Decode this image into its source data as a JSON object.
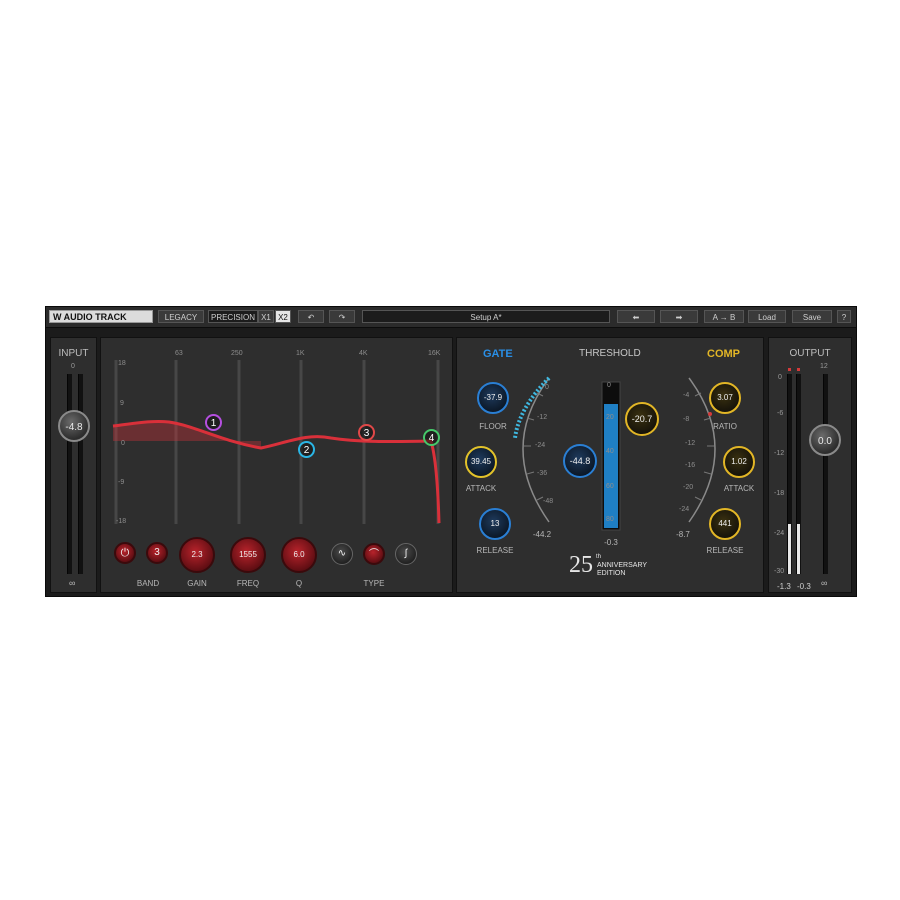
{
  "toolbar": {
    "logo": "AUDIO TRACK",
    "legacy": "LEGACY",
    "precision": "PRECISION",
    "x1": "X1",
    "x2": "X2",
    "undo_icon": "undo-icon",
    "redo_icon": "redo-icon",
    "setup": "Setup A*",
    "prev_icon": "arrow-left-icon",
    "next_icon": "arrow-right-icon",
    "ab": "A → B",
    "load": "Load",
    "save": "Save",
    "help": "?"
  },
  "input": {
    "title": "INPUT",
    "scale_top": "0",
    "value": "-4.8",
    "infinity": "∞"
  },
  "eq": {
    "freq_labels": [
      "63",
      "250",
      "1K",
      "4K",
      "16K"
    ],
    "db_labels": [
      "18",
      "9",
      "0",
      "-9",
      "-18"
    ],
    "nodes": [
      "1",
      "2",
      "3",
      "4"
    ],
    "band_power_icon": "power-icon",
    "band_number": "3",
    "gain": "2.3",
    "freq": "1555",
    "q": "6.0",
    "type_icons": [
      "shelf-icon",
      "bell-icon",
      "high-shelf-icon"
    ],
    "labels": {
      "band": "BAND",
      "gain": "GAIN",
      "freq": "FREQ",
      "q": "Q",
      "type": "TYPE"
    }
  },
  "dynamics": {
    "gate_title": "GATE",
    "threshold_title": "THRESHOLD",
    "comp_title": "COMP",
    "floor": "-37.9",
    "floor_label": "FLOOR",
    "gate_attack": "39.45",
    "gate_attack_label": "ATTACK",
    "gate_release": "13",
    "gate_release_label": "RELEASE",
    "gate_threshold": "-44.8",
    "comp_threshold": "-20.7",
    "ratio": "3.07",
    "ratio_label": "RATIO",
    "comp_attack": "1.02",
    "comp_attack_label": "ATTACK",
    "comp_release": "441",
    "comp_release_label": "RELEASE",
    "left_readout": "-44.2",
    "center_readout": "-0.3",
    "right_readout": "-8.7",
    "left_scale": [
      "0",
      "-12",
      "-24",
      "-36",
      "-48"
    ],
    "center_scale": [
      "0",
      "20",
      "40",
      "60",
      "80"
    ],
    "right_scale": [
      "-4",
      "-8",
      "-12",
      "-16",
      "-20",
      "-24"
    ],
    "anniversary_big": "25",
    "anniversary_sup": "th",
    "anniversary_text1": "ANNIVERSARY",
    "anniversary_text2": "EDITION"
  },
  "output": {
    "title": "OUTPUT",
    "scale": [
      "0",
      "-6",
      "-12",
      "-18",
      "-24",
      "-30"
    ],
    "scale_top": "12",
    "value": "0.0",
    "peak_l": "-1.3",
    "peak_r": "-0.3",
    "infinity": "∞"
  },
  "colors": {
    "eq_curve": "#d9303a",
    "gate": "#2a8fe6",
    "comp": "#e2b626",
    "node1": "#b54fe0",
    "node2": "#2ab6e6",
    "node3": "#e04848",
    "node4": "#46c86a"
  }
}
